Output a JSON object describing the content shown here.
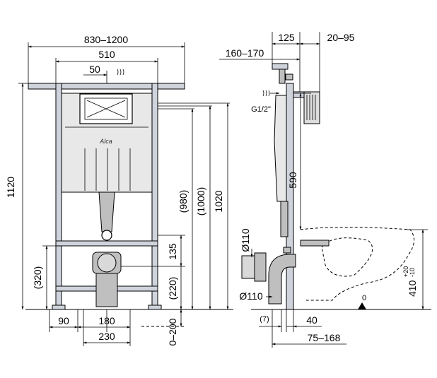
{
  "front_view": {
    "width_range": "830–1200",
    "inner_width": "510",
    "offset": "50",
    "height_total": "1120",
    "height_980": "(980)",
    "height_1000": "(1000)",
    "height_1020": "1020",
    "height_320": "(320)",
    "height_135": "135",
    "height_220": "(220)",
    "depth_0_200": "0–200",
    "bottom_90": "90",
    "bottom_180": "180",
    "bottom_230": "230",
    "brand": "Alca"
  },
  "side_view": {
    "dim_125": "125",
    "dim_20_95": "20–95",
    "dim_160_170": "160–170",
    "connection": "G1/2\"",
    "dim_590": "590",
    "pipe_top": "Ø110",
    "pipe_bottom": "Ø110",
    "dim_7": "(7)",
    "dim_40": "40",
    "dim_75_168": "75–168",
    "seat_height": "410",
    "tolerance_plus": "+20",
    "tolerance_minus": "-10",
    "zero_mark": "0"
  }
}
